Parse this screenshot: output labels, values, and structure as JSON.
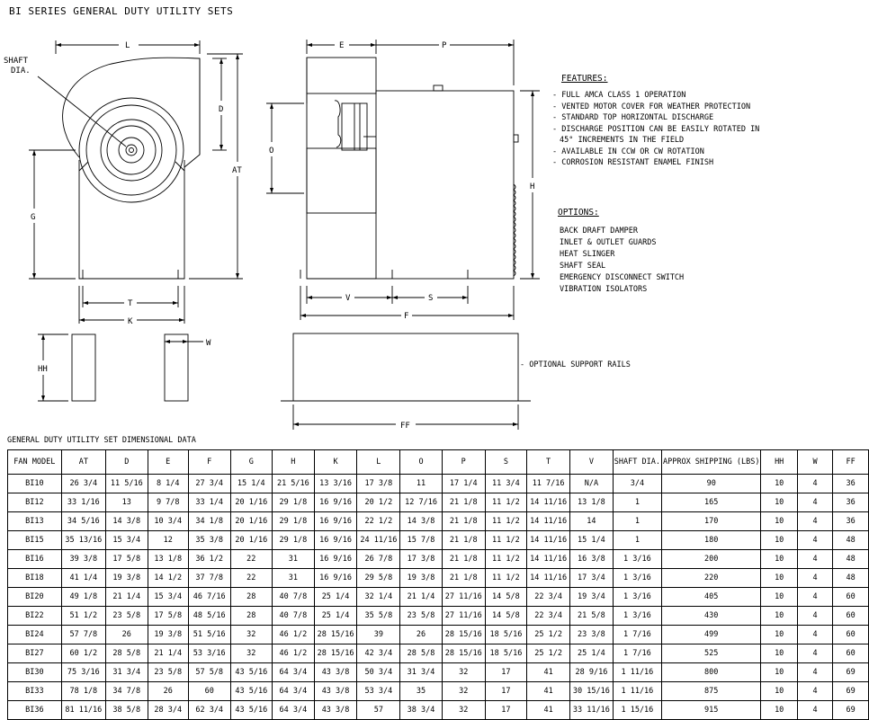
{
  "title": "BI SERIES GENERAL DUTY UTILITY SETS",
  "features": {
    "heading": "FEATURES:",
    "items": [
      "FULL AMCA CLASS 1 OPERATION",
      "VENTED MOTOR COVER FOR WEATHER PROTECTION",
      "STANDARD TOP HORIZONTAL DISCHARGE",
      "DISCHARGE POSITION CAN BE EASILY ROTATED IN",
      "45° INCREMENTS IN THE FIELD",
      "AVAILABLE IN CCW OR CW ROTATION",
      "CORROSION RESISTANT ENAMEL FINISH"
    ]
  },
  "options": {
    "heading": "OPTIONS:",
    "items": [
      "BACK DRAFT DAMPER",
      "INLET & OUTLET GUARDS",
      "HEAT SLINGER",
      "SHAFT SEAL",
      "EMERGENCY DISCONNECT SWITCH",
      "VIBRATION ISOLATORS"
    ]
  },
  "drawing_labels": {
    "shaft_dia_1": "SHAFT",
    "shaft_dia_2": "DIA.",
    "L": "L",
    "D": "D",
    "AT": "AT",
    "G": "G",
    "T": "T",
    "K": "K",
    "E": "E",
    "P": "P",
    "O": "O",
    "H": "H",
    "V": "V",
    "S": "S",
    "F": "F",
    "HH": "HH",
    "W": "W",
    "FF": "FF",
    "rails_note": "- OPTIONAL SUPPORT RAILS"
  },
  "table": {
    "title": "GENERAL DUTY UTILITY SET DIMENSIONAL DATA",
    "headers": [
      "FAN MODEL",
      "AT",
      "D",
      "E",
      "F",
      "G",
      "H",
      "K",
      "L",
      "O",
      "P",
      "S",
      "T",
      "V",
      "SHAFT DIA.",
      "APPROX SHIPPING (LBS)",
      "HH",
      "W",
      "FF"
    ],
    "rows": [
      [
        "BI10",
        "26 3/4",
        "11 5/16",
        "8 1/4",
        "27 3/4",
        "15 1/4",
        "21 5/16",
        "13 3/16",
        "17 3/8",
        "11",
        "17 1/4",
        "11 3/4",
        "11 7/16",
        "N/A",
        "3/4",
        "90",
        "10",
        "4",
        "36"
      ],
      [
        "BI12",
        "33 1/16",
        "13",
        "9 7/8",
        "33 1/4",
        "20 1/16",
        "29 1/8",
        "16 9/16",
        "20 1/2",
        "12 7/16",
        "21 1/8",
        "11 1/2",
        "14 11/16",
        "13 1/8",
        "1",
        "165",
        "10",
        "4",
        "36"
      ],
      [
        "BI13",
        "34 5/16",
        "14 3/8",
        "10 3/4",
        "34 1/8",
        "20 1/16",
        "29 1/8",
        "16 9/16",
        "22 1/2",
        "14 3/8",
        "21 1/8",
        "11 1/2",
        "14 11/16",
        "14",
        "1",
        "170",
        "10",
        "4",
        "36"
      ],
      [
        "BI15",
        "35 13/16",
        "15 3/4",
        "12",
        "35 3/8",
        "20 1/16",
        "29 1/8",
        "16 9/16",
        "24 11/16",
        "15 7/8",
        "21 1/8",
        "11 1/2",
        "14 11/16",
        "15 1/4",
        "1",
        "180",
        "10",
        "4",
        "48"
      ],
      [
        "BI16",
        "39 3/8",
        "17 5/8",
        "13 1/8",
        "36 1/2",
        "22",
        "31",
        "16 9/16",
        "26 7/8",
        "17 3/8",
        "21 1/8",
        "11 1/2",
        "14 11/16",
        "16 3/8",
        "1 3/16",
        "200",
        "10",
        "4",
        "48"
      ],
      [
        "BI18",
        "41 1/4",
        "19 3/8",
        "14 1/2",
        "37 7/8",
        "22",
        "31",
        "16 9/16",
        "29 5/8",
        "19 3/8",
        "21 1/8",
        "11 1/2",
        "14 11/16",
        "17 3/4",
        "1 3/16",
        "220",
        "10",
        "4",
        "48"
      ],
      [
        "BI20",
        "49 1/8",
        "21 1/4",
        "15 3/4",
        "46 7/16",
        "28",
        "40 7/8",
        "25 1/4",
        "32 1/4",
        "21 1/4",
        "27 11/16",
        "14 5/8",
        "22 3/4",
        "19 3/4",
        "1 3/16",
        "405",
        "10",
        "4",
        "60"
      ],
      [
        "BI22",
        "51 1/2",
        "23 5/8",
        "17 5/8",
        "48 5/16",
        "28",
        "40 7/8",
        "25 1/4",
        "35 5/8",
        "23 5/8",
        "27 11/16",
        "14 5/8",
        "22 3/4",
        "21 5/8",
        "1 3/16",
        "430",
        "10",
        "4",
        "60"
      ],
      [
        "BI24",
        "57 7/8",
        "26",
        "19 3/8",
        "51 5/16",
        "32",
        "46 1/2",
        "28 15/16",
        "39",
        "26",
        "28 15/16",
        "18 5/16",
        "25 1/2",
        "23 3/8",
        "1 7/16",
        "499",
        "10",
        "4",
        "60"
      ],
      [
        "BI27",
        "60 1/2",
        "28 5/8",
        "21 1/4",
        "53 3/16",
        "32",
        "46 1/2",
        "28 15/16",
        "42 3/4",
        "28 5/8",
        "28 15/16",
        "18 5/16",
        "25 1/2",
        "25 1/4",
        "1 7/16",
        "525",
        "10",
        "4",
        "60"
      ],
      [
        "BI30",
        "75 3/16",
        "31 3/4",
        "23 5/8",
        "57 5/8",
        "43 5/16",
        "64 3/4",
        "43 3/8",
        "50 3/4",
        "31 3/4",
        "32",
        "17",
        "41",
        "28 9/16",
        "1 11/16",
        "800",
        "10",
        "4",
        "69"
      ],
      [
        "BI33",
        "78 1/8",
        "34 7/8",
        "26",
        "60",
        "43 5/16",
        "64 3/4",
        "43 3/8",
        "53 3/4",
        "35",
        "32",
        "17",
        "41",
        "30 15/16",
        "1 11/16",
        "875",
        "10",
        "4",
        "69"
      ],
      [
        "BI36",
        "81 11/16",
        "38 5/8",
        "28 3/4",
        "62 3/4",
        "43 5/16",
        "64 3/4",
        "43 3/8",
        "57",
        "38 3/4",
        "32",
        "17",
        "41",
        "33 11/16",
        "1 15/16",
        "915",
        "10",
        "4",
        "69"
      ]
    ]
  }
}
